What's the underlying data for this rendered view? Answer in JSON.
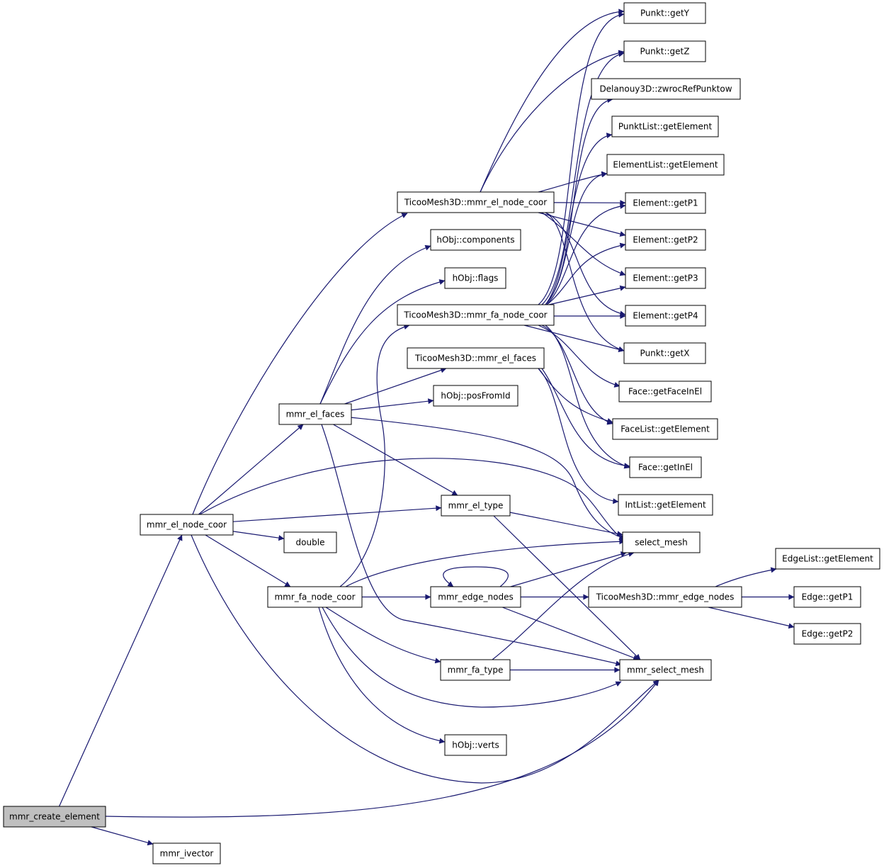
{
  "graph": {
    "root": "mmr_create_element",
    "nodes": [
      {
        "id": "mmr_create_element",
        "label": "mmr_create_element",
        "highlight": true
      },
      {
        "id": "mmr_ivector",
        "label": "mmr_ivector"
      },
      {
        "id": "mmr_el_node_coor",
        "label": "mmr_el_node_coor"
      },
      {
        "id": "double",
        "label": "double"
      },
      {
        "id": "mmr_el_faces",
        "label": "mmr_el_faces"
      },
      {
        "id": "mmr_fa_node_coor",
        "label": "mmr_fa_node_coor"
      },
      {
        "id": "mmr_el_type",
        "label": "mmr_el_type"
      },
      {
        "id": "mmr_edge_nodes",
        "label": "mmr_edge_nodes"
      },
      {
        "id": "mmr_fa_type",
        "label": "mmr_fa_type"
      },
      {
        "id": "hObj_verts",
        "label": "hObj::verts"
      },
      {
        "id": "T_el_node_coor",
        "label": "TicooMesh3D::mmr_el_node_coor"
      },
      {
        "id": "hObj_components",
        "label": "hObj::components"
      },
      {
        "id": "hObj_flags",
        "label": "hObj::flags"
      },
      {
        "id": "T_fa_node_coor",
        "label": "TicooMesh3D::mmr_fa_node_coor"
      },
      {
        "id": "T_el_faces",
        "label": "TicooMesh3D::mmr_el_faces"
      },
      {
        "id": "hObj_posFromId",
        "label": "hObj::posFromId"
      },
      {
        "id": "Punkt_getY",
        "label": "Punkt::getY"
      },
      {
        "id": "Punkt_getZ",
        "label": "Punkt::getZ"
      },
      {
        "id": "Delanouy3D",
        "label": "Delanouy3D::zwrocRefPunktow"
      },
      {
        "id": "PunktList_getElement",
        "label": "PunktList::getElement"
      },
      {
        "id": "ElementList_getElement",
        "label": "ElementList::getElement"
      },
      {
        "id": "Element_getP1",
        "label": "Element::getP1"
      },
      {
        "id": "Element_getP2",
        "label": "Element::getP2"
      },
      {
        "id": "Element_getP3",
        "label": "Element::getP3"
      },
      {
        "id": "Element_getP4",
        "label": "Element::getP4"
      },
      {
        "id": "Punkt_getX",
        "label": "Punkt::getX"
      },
      {
        "id": "Face_getFaceInEl",
        "label": "Face::getFaceInEl"
      },
      {
        "id": "FaceList_getElement",
        "label": "FaceList::getElement"
      },
      {
        "id": "Face_getInEl",
        "label": "Face::getInEl"
      },
      {
        "id": "IntList_getElement",
        "label": "IntList::getElement"
      },
      {
        "id": "select_mesh",
        "label": "select_mesh"
      },
      {
        "id": "mmr_select_mesh",
        "label": "mmr_select_mesh"
      },
      {
        "id": "T_edge_nodes",
        "label": "TicooMesh3D::mmr_edge_nodes"
      },
      {
        "id": "EdgeList_getElement",
        "label": "EdgeList::getElement"
      },
      {
        "id": "Edge_getP1",
        "label": "Edge::getP1"
      },
      {
        "id": "Edge_getP2",
        "label": "Edge::getP2"
      }
    ],
    "edges": [
      [
        "mmr_create_element",
        "mmr_el_node_coor"
      ],
      [
        "mmr_create_element",
        "mmr_select_mesh"
      ],
      [
        "mmr_create_element",
        "mmr_ivector"
      ],
      [
        "mmr_el_node_coor",
        "T_el_node_coor"
      ],
      [
        "mmr_el_node_coor",
        "mmr_el_faces"
      ],
      [
        "mmr_el_node_coor",
        "select_mesh"
      ],
      [
        "mmr_el_node_coor",
        "mmr_el_type"
      ],
      [
        "mmr_el_node_coor",
        "double"
      ],
      [
        "mmr_el_node_coor",
        "mmr_fa_node_coor"
      ],
      [
        "mmr_el_node_coor",
        "mmr_select_mesh"
      ],
      [
        "mmr_el_faces",
        "hObj_components"
      ],
      [
        "mmr_el_faces",
        "hObj_flags"
      ],
      [
        "mmr_el_faces",
        "T_el_faces"
      ],
      [
        "mmr_el_faces",
        "hObj_posFromId"
      ],
      [
        "mmr_el_faces",
        "select_mesh"
      ],
      [
        "mmr_el_faces",
        "mmr_el_type"
      ],
      [
        "mmr_el_faces",
        "mmr_select_mesh"
      ],
      [
        "mmr_fa_node_coor",
        "T_fa_node_coor"
      ],
      [
        "mmr_fa_node_coor",
        "select_mesh"
      ],
      [
        "mmr_fa_node_coor",
        "mmr_edge_nodes"
      ],
      [
        "mmr_fa_node_coor",
        "mmr_fa_type"
      ],
      [
        "mmr_fa_node_coor",
        "mmr_select_mesh"
      ],
      [
        "mmr_fa_node_coor",
        "hObj_verts"
      ],
      [
        "mmr_el_type",
        "select_mesh"
      ],
      [
        "mmr_el_type",
        "mmr_select_mesh"
      ],
      [
        "mmr_edge_nodes",
        "mmr_edge_nodes"
      ],
      [
        "mmr_edge_nodes",
        "select_mesh"
      ],
      [
        "mmr_edge_nodes",
        "T_edge_nodes"
      ],
      [
        "mmr_edge_nodes",
        "mmr_select_mesh"
      ],
      [
        "mmr_fa_type",
        "select_mesh"
      ],
      [
        "mmr_fa_type",
        "mmr_select_mesh"
      ],
      [
        "T_el_node_coor",
        "Punkt_getY"
      ],
      [
        "T_el_node_coor",
        "Punkt_getZ"
      ],
      [
        "T_el_node_coor",
        "ElementList_getElement"
      ],
      [
        "T_el_node_coor",
        "Element_getP1"
      ],
      [
        "T_el_node_coor",
        "Element_getP2"
      ],
      [
        "T_el_node_coor",
        "Element_getP3"
      ],
      [
        "T_el_node_coor",
        "Element_getP4"
      ],
      [
        "T_el_node_coor",
        "Punkt_getX"
      ],
      [
        "T_fa_node_coor",
        "Punkt_getY"
      ],
      [
        "T_fa_node_coor",
        "Punkt_getZ"
      ],
      [
        "T_fa_node_coor",
        "Delanouy3D"
      ],
      [
        "T_fa_node_coor",
        "PunktList_getElement"
      ],
      [
        "T_fa_node_coor",
        "ElementList_getElement"
      ],
      [
        "T_fa_node_coor",
        "Element_getP1"
      ],
      [
        "T_fa_node_coor",
        "Element_getP2"
      ],
      [
        "T_fa_node_coor",
        "Element_getP3"
      ],
      [
        "T_fa_node_coor",
        "Element_getP4"
      ],
      [
        "T_fa_node_coor",
        "Punkt_getX"
      ],
      [
        "T_fa_node_coor",
        "Face_getFaceInEl"
      ],
      [
        "T_fa_node_coor",
        "FaceList_getElement"
      ],
      [
        "T_fa_node_coor",
        "Face_getInEl"
      ],
      [
        "T_el_faces",
        "FaceList_getElement"
      ],
      [
        "T_el_faces",
        "Face_getInEl"
      ],
      [
        "T_el_faces",
        "IntList_getElement"
      ],
      [
        "T_edge_nodes",
        "EdgeList_getElement"
      ],
      [
        "T_edge_nodes",
        "Edge_getP1"
      ],
      [
        "T_edge_nodes",
        "Edge_getP2"
      ]
    ]
  }
}
